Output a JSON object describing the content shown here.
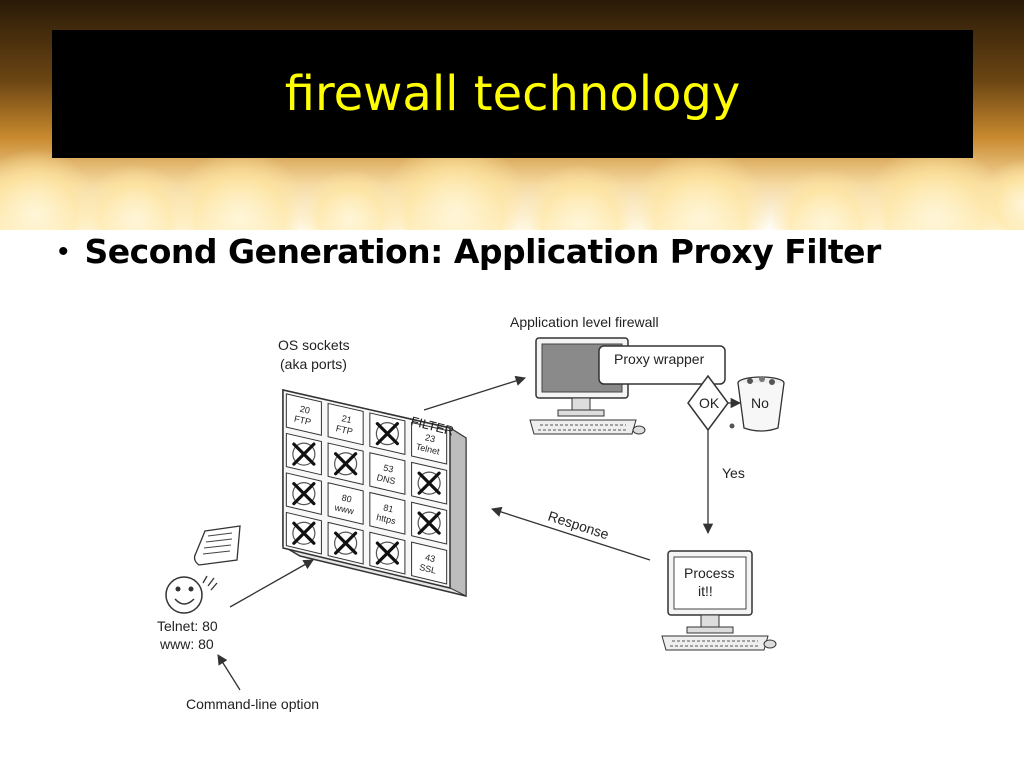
{
  "slide": {
    "title": "firewall technology",
    "bullet": "Second Generation: Application Proxy Filter"
  },
  "diagram": {
    "os_sockets_line1": "OS sockets",
    "os_sockets_line2": "(aka ports)",
    "filter_label": "FILTER",
    "ports": [
      {
        "num": "20",
        "name": "FTP",
        "blocked": false
      },
      {
        "num": "21",
        "name": "FTP",
        "blocked": false
      },
      {
        "num": "",
        "name": "",
        "blocked": true
      },
      {
        "num": "23",
        "name": "Telnet",
        "blocked": false
      },
      {
        "num": "",
        "name": "",
        "blocked": true
      },
      {
        "num": "",
        "name": "",
        "blocked": true
      },
      {
        "num": "53",
        "name": "DNS",
        "blocked": false
      },
      {
        "num": "",
        "name": "",
        "blocked": true
      },
      {
        "num": "",
        "name": "",
        "blocked": true
      },
      {
        "num": "80",
        "name": "www",
        "blocked": false
      },
      {
        "num": "81",
        "name": "https",
        "blocked": false
      },
      {
        "num": "",
        "name": "",
        "blocked": true
      },
      {
        "num": "",
        "name": "",
        "blocked": true
      },
      {
        "num": "",
        "name": "",
        "blocked": true
      },
      {
        "num": "",
        "name": "",
        "blocked": true
      },
      {
        "num": "43",
        "name": "SSL",
        "blocked": false
      }
    ],
    "app_firewall_label": "Application level firewall",
    "proxy_wrapper_label": "Proxy wrapper",
    "ok_label": "OK",
    "no_label": "No",
    "yes_label": "Yes",
    "response_label": "Response",
    "process_line1": "Process",
    "process_line2": "it!!",
    "client_line1": "Telnet: 80",
    "client_line2": "www: 80",
    "command_line_label": "Command-line option"
  }
}
